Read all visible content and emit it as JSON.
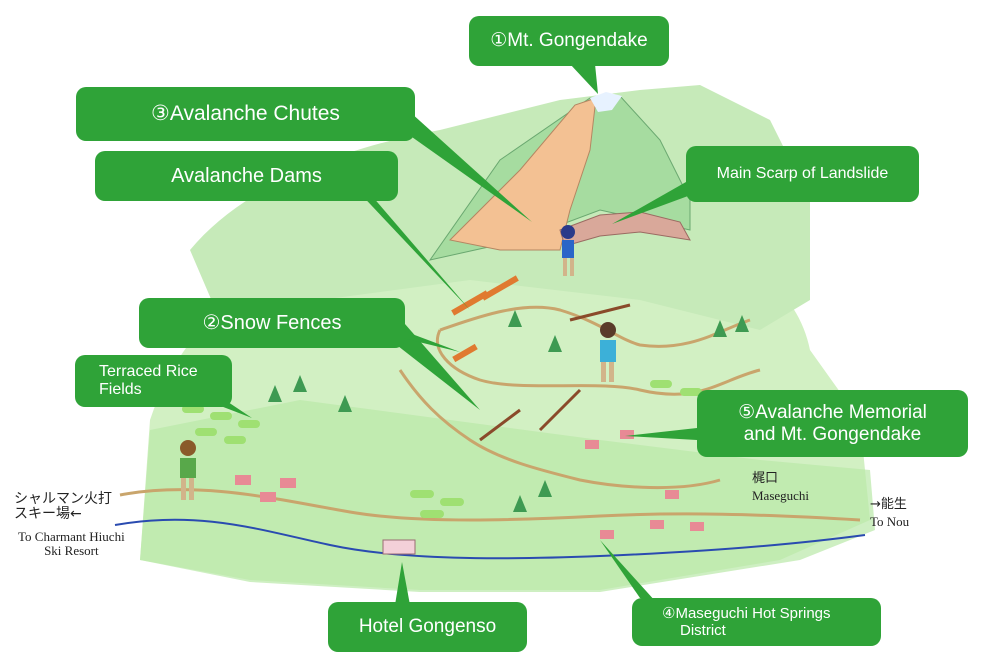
{
  "callouts": {
    "mt_gongendake": "①Mt. Gongendake",
    "avalanche_chutes": "③Avalanche Chutes",
    "avalanche_dams": "Avalanche Dams",
    "main_scarp": "Main Scarp of Landslide",
    "snow_fences": "②Snow Fences",
    "terraced_rice_fields_line1": "Terraced Rice",
    "terraced_rice_fields_line2": "Fields",
    "avalanche_memorial_line1": "⑤Avalanche Memorial",
    "avalanche_memorial_line2": "and Mt. Gongendake",
    "hotel_gongenso": "Hotel Gongenso",
    "maseguchi_hot_springs_line1": "④Maseguchi Hot Springs",
    "maseguchi_hot_springs_line2": "District"
  },
  "places": {
    "ski_resort_jp_line1": "シャルマン火打",
    "ski_resort_jp_line2": "スキー場←",
    "ski_resort_en_line1": "To Charmant Hiuchi",
    "ski_resort_en_line2": "Ski Resort",
    "maseguchi_jp": "梶口",
    "maseguchi_en": "Maseguchi",
    "to_nou_jp": "→能生",
    "to_nou_en": "To Nou"
  },
  "colors": {
    "callout_green": "#2fa338",
    "meadow_green": "#bfeab0",
    "mountain_green": "#a6dca0",
    "chute_orange": "#f3c193",
    "river_blue": "#2a4bb0",
    "road_tan": "#c9a56c"
  }
}
